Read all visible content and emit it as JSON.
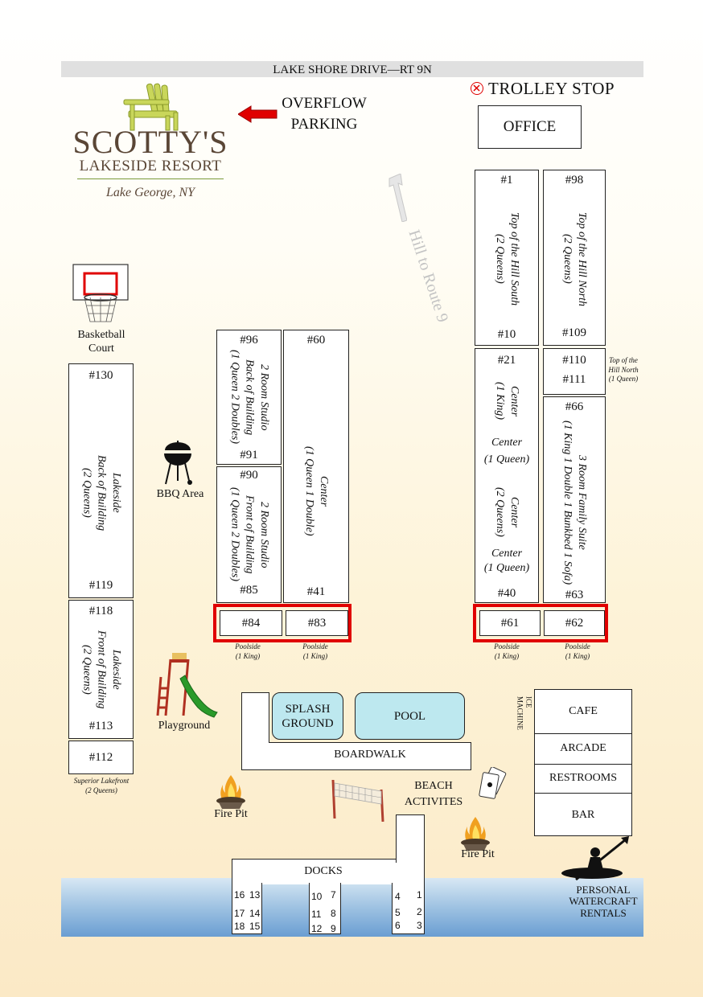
{
  "road": "LAKE SHORE DRIVE—RT 9N",
  "trolley": "TROLLEY STOP",
  "office": "OFFICE",
  "overflow": [
    "OVERFLOW",
    "PARKING"
  ],
  "hill": "Hill to Route 9",
  "logo": {
    "name": "SCOTTY'S",
    "sub": "LAKESIDE RESORT",
    "place": "Lake George, NY"
  },
  "basketball": [
    "Basketball",
    "Court"
  ],
  "bbq": "BBQ Area",
  "playground": "Playground",
  "firepit": "Fire Pit",
  "beach": [
    "BEACH",
    "ACTIVITES"
  ],
  "boardwalk": "BOARDWALK",
  "splash": [
    "SPLASH",
    "GROUND"
  ],
  "pool": "POOL",
  "docks": "DOCKS",
  "ice": [
    "ICE",
    "MACHINE"
  ],
  "facilities": [
    "CAFE",
    "ARCADE",
    "RESTROOMS",
    "BAR"
  ],
  "watercraft": [
    "PERSONAL",
    "WATERCRAFT",
    "RENTALS"
  ],
  "units": {
    "l130": {
      "top": "#130",
      "bottom": "#119",
      "desc": [
        "Lakeside",
        "Back of Building",
        "(2 Queens)"
      ]
    },
    "l118": {
      "top": "#118",
      "bottom": "#113",
      "desc": [
        "Lakeside",
        "Front of Building",
        "(2 Queens)"
      ]
    },
    "l112": {
      "top": "#112",
      "note": [
        "Superior Lakefront",
        "(2 Queens)"
      ]
    },
    "s96": {
      "top": "#96",
      "bottom": "#91",
      "desc": [
        "2 Room Studio",
        "Back of Building",
        "(1 Queen 2 Doubles)"
      ]
    },
    "s90": {
      "top": "#90",
      "bottom": "#85",
      "desc": [
        "2 Room Studio",
        "Front of Building",
        "(1 Queen 2 Doubles)"
      ]
    },
    "c60": {
      "top": "#60",
      "bottom": "#41",
      "desc": [
        "Center",
        "(1 Queen 1 Double)"
      ]
    },
    "h1": {
      "top": "#1",
      "bottom": "#10",
      "desc": [
        "Top of the Hill South",
        "(2 Queens)"
      ]
    },
    "h98": {
      "top": "#98",
      "bottom": "#109",
      "desc": [
        "Top of the Hill North",
        "(2 Queens)"
      ]
    },
    "h110": {
      "a": "#110",
      "b": "#111",
      "note": [
        "Top of the",
        "Hill North",
        "(1 Queen)"
      ]
    },
    "c21": {
      "top": "#21",
      "bottom": "#40",
      "d1": [
        "Center",
        "(1 King)"
      ],
      "d2": [
        "Center",
        "(1 Queen)"
      ],
      "d3": [
        "Center",
        "(2 Queens)"
      ],
      "d4": [
        "Center",
        "(1 Queen)"
      ]
    },
    "f66": {
      "top": "#66",
      "bottom": "#63",
      "desc": [
        "3 Room Family Suite",
        "(1 King 1 Double 1 Bunkbed 1 Sofa)"
      ]
    }
  },
  "poolside": {
    "units": [
      "#84",
      "#83",
      "#61",
      "#62"
    ],
    "label": "Poolside",
    "bed": "(1 King)"
  },
  "slips": [
    "16",
    "13",
    "17",
    "14",
    "18",
    "15",
    "10",
    "7",
    "11",
    "8",
    "12",
    "9",
    "4",
    "1",
    "5",
    "2",
    "6",
    "3"
  ]
}
